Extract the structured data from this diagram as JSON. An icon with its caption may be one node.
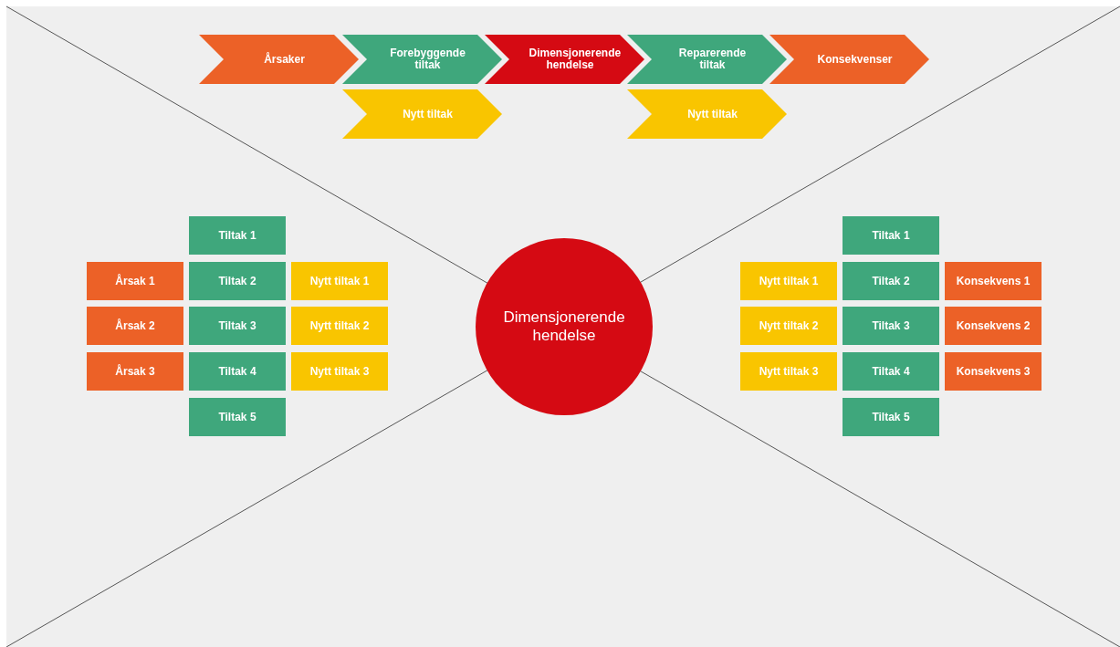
{
  "diagram": {
    "nodes": [
      {
        "text": [
          "Årsaker"
        ]
      },
      {
        "text": [
          "Forebyggende tiltak"
        ]
      },
      {
        "text": [
          "Dimensjonerende hendelse"
        ]
      },
      {
        "text": [
          "Reparerende tiltak"
        ]
      },
      {
        "text": [
          "Konsekvenser"
        ]
      },
      {
        "text": [
          "Nytt tiltak"
        ]
      },
      {
        "text": [
          "Nytt tiltak"
        ]
      },
      {
        "text": [
          "Tiltak 1"
        ]
      },
      {
        "text": [
          "Årsak 1"
        ]
      },
      {
        "text": [
          "Tiltak 2"
        ]
      },
      {
        "text": [
          "Nytt tiltak 1"
        ]
      },
      {
        "text": [
          "Årsak 2"
        ]
      },
      {
        "text": [
          "Tiltak 3"
        ]
      },
      {
        "text": [
          "Nytt tiltak 2"
        ]
      },
      {
        "text": [
          "Årsak 3"
        ]
      },
      {
        "text": [
          "Tiltak 4"
        ]
      },
      {
        "text": [
          "Nytt tiltak 3"
        ]
      },
      {
        "text": [
          "Tiltak 5"
        ]
      },
      {
        "text": [
          "Dimensjonerende hendelse"
        ]
      },
      {
        "text": [
          "Tiltak 1"
        ]
      },
      {
        "text": [
          "Nytt tiltak 1"
        ]
      },
      {
        "text": [
          "Tiltak 2"
        ]
      },
      {
        "text": [
          "Konsekvens 1"
        ]
      },
      {
        "text": [
          "Nytt tiltak 2"
        ]
      },
      {
        "text": [
          "Tiltak 3"
        ]
      },
      {
        "text": [
          "Konsekvens 2"
        ]
      },
      {
        "text": [
          "Nytt tiltak 3"
        ]
      },
      {
        "text": [
          "Tiltak 4"
        ]
      },
      {
        "text": [
          "Konsekvens 3"
        ]
      },
      {
        "text": [
          "Tiltak 5"
        ]
      }
    ]
  }
}
